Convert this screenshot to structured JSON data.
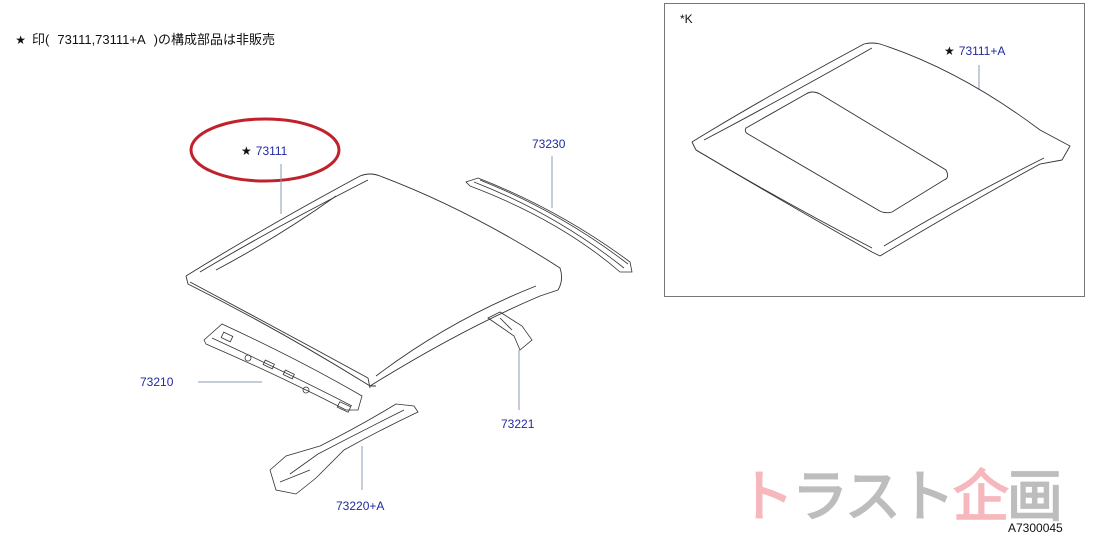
{
  "note": {
    "star": "★",
    "prefix": "印(",
    "codes": "73111,73111+A",
    "suffix": ")の構成部品は非販売"
  },
  "labels": {
    "part_73111": {
      "star": "★",
      "text": "73111"
    },
    "part_73230": {
      "text": "73230"
    },
    "part_73210": {
      "text": "73210"
    },
    "part_73221": {
      "text": "73221"
    },
    "part_73220A": {
      "text": "73220+A"
    },
    "part_73111A": {
      "star": "★",
      "text": "73111+A"
    }
  },
  "inset": {
    "tag": "*K"
  },
  "watermark": {
    "part1": "ト",
    "part2": "ラスト",
    "part3": "企",
    "part4": "画"
  },
  "diagram_code": "A7300045",
  "colors": {
    "label_blue": "#1f2aa0",
    "highlight_red": "#c0222b",
    "line": "#333333",
    "leader": "#8a9bb5"
  }
}
